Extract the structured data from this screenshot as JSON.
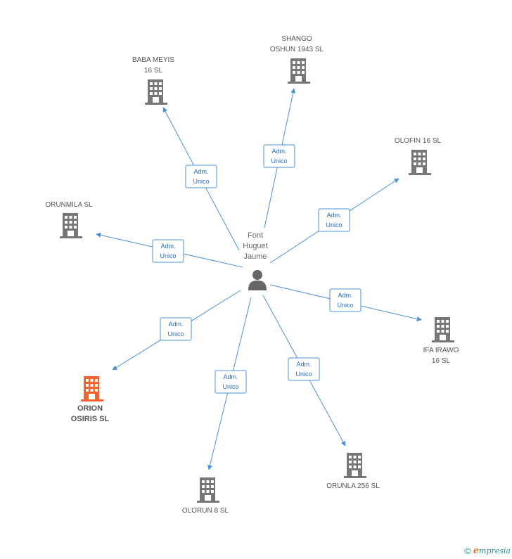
{
  "colors": {
    "edge": "#4a90d9",
    "company": "#777777",
    "focus_company": "#f2622e",
    "person": "#666666"
  },
  "person": {
    "lines": [
      "Font",
      "Huguet",
      "Jaume"
    ],
    "icon": "person-icon"
  },
  "companies": [
    {
      "id": "shango",
      "lines": [
        "SHANGO",
        "OSHUN 1943 SL"
      ],
      "focus": false,
      "icon": "building-icon"
    },
    {
      "id": "baba",
      "lines": [
        "BABA MEYIS",
        "16 SL"
      ],
      "focus": false,
      "icon": "building-icon"
    },
    {
      "id": "olofin",
      "lines": [
        "OLOFIN 16 SL"
      ],
      "focus": false,
      "icon": "building-icon"
    },
    {
      "id": "orunmila",
      "lines": [
        "ORUNMILA SL"
      ],
      "focus": false,
      "icon": "building-icon"
    },
    {
      "id": "ifa",
      "lines": [
        "IFA IRAWO",
        "16 SL"
      ],
      "focus": false,
      "icon": "building-icon"
    },
    {
      "id": "orion",
      "lines": [
        "ORION",
        "OSIRIS SL"
      ],
      "focus": true,
      "icon": "building-icon"
    },
    {
      "id": "orunla",
      "lines": [
        "ORUNLA 256 SL"
      ],
      "focus": false,
      "icon": "building-icon"
    },
    {
      "id": "olorun",
      "lines": [
        "OLORUN 8 SL"
      ],
      "focus": false,
      "icon": "building-icon"
    }
  ],
  "edges": [
    {
      "target": "shango",
      "label": [
        "Adm.",
        "Unico"
      ]
    },
    {
      "target": "baba",
      "label": [
        "Adm.",
        "Unico"
      ]
    },
    {
      "target": "olofin",
      "label": [
        "Adm.",
        "Unico"
      ]
    },
    {
      "target": "orunmila",
      "label": [
        "Adm.",
        "Unico"
      ]
    },
    {
      "target": "ifa",
      "label": [
        "Adm.",
        "Unico"
      ]
    },
    {
      "target": "orion",
      "label": [
        "Adm.",
        "Unico"
      ]
    },
    {
      "target": "orunla",
      "label": [
        "Adm.",
        "Unico"
      ]
    },
    {
      "target": "olorun",
      "label": [
        "Adm.",
        "Unico"
      ]
    }
  ],
  "footer": {
    "copyright": "©",
    "brand_initial": "e",
    "brand_rest": "mpresia"
  }
}
